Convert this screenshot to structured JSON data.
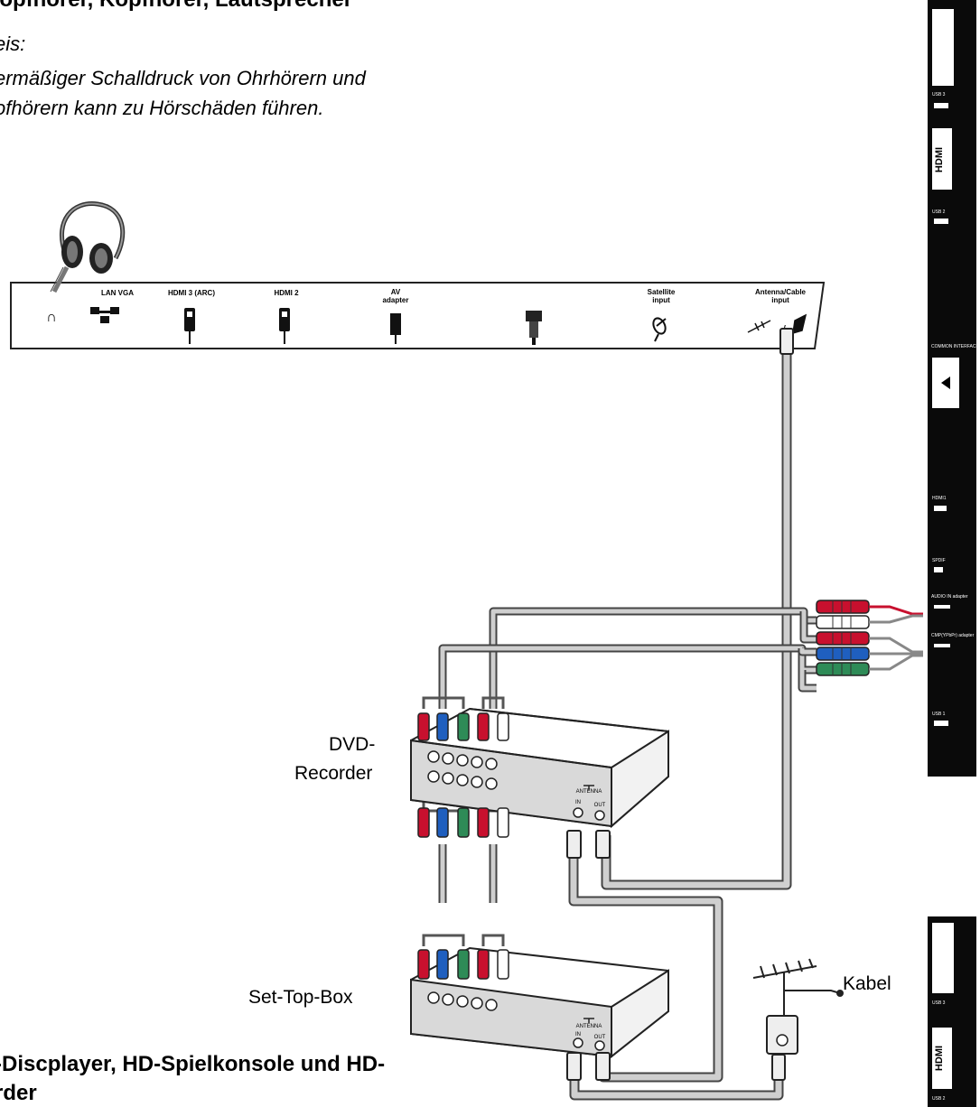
{
  "top_heading": "Kopfhörer, Kopfhörer, Lautsprecher",
  "note": {
    "label": "eis:",
    "line1": "ermäßiger Schalldruck von Ohrhörern und",
    "line2": "ofhörern kann zu Hörschäden führen."
  },
  "tv_panel": {
    "ports": [
      {
        "label": "LAN VGA"
      },
      {
        "label": "HDMI 3 (ARC)"
      },
      {
        "label": "HDMI 2"
      },
      {
        "label": "AV"
      },
      {
        "label": "adapter"
      },
      {
        "label": "Satellite"
      },
      {
        "label": "input"
      },
      {
        "label": "Antenna/Cable"
      },
      {
        "label": "input"
      }
    ]
  },
  "side_panel": {
    "labels": [
      "USB 3",
      "USB 2",
      "HDMI1",
      "SPDIF",
      "AUDIO IN adapter",
      "CMP(YPbPr) adapter",
      "USB 1",
      "USB 3",
      "USB 2",
      "COMMON INTERFACE"
    ],
    "hdmi_logo": "HDMI"
  },
  "devices": {
    "dvd_line1": "DVD-",
    "dvd_line2": "Recorder",
    "stb": "Set-Top-Box",
    "antenna_port": "ANTENNA",
    "in_port": "IN",
    "out_port": "OUT"
  },
  "cable_label": "Kabel",
  "bottom_heading": {
    "line1": "-Discplayer, HD-Spielkonsole und HD-",
    "line2": "rder"
  },
  "colors": {
    "red": "#c8102e",
    "green": "#2e8b57",
    "blue": "#1f5fbf",
    "white": "#ffffff",
    "cable": "#9a9a9a"
  }
}
